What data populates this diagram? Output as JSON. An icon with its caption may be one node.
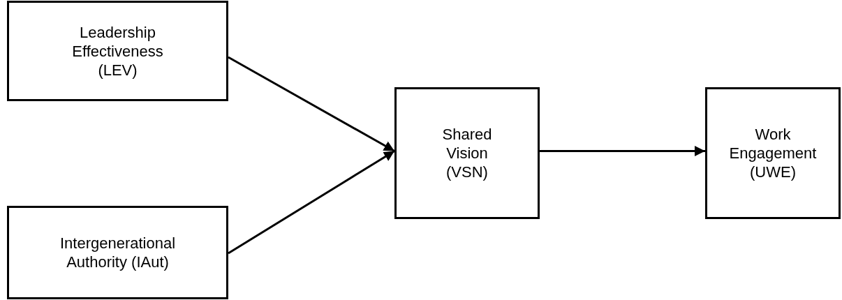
{
  "diagram": {
    "nodes": [
      {
        "text": [
          "Leadership Effectiveness (LEV)"
        ]
      },
      {
        "text": [
          "Intergenerational Authority (IAut)"
        ]
      },
      {
        "text": [
          "Shared Vision (VSN)"
        ]
      },
      {
        "text": [
          "Work Engagement (UWE)"
        ]
      }
    ],
    "edges": [
      {
        "from": 0,
        "to": 2,
        "arrow": "to"
      },
      {
        "from": 1,
        "to": 2,
        "arrow": "to"
      },
      {
        "from": 2,
        "to": 3,
        "arrow": "to"
      }
    ]
  }
}
